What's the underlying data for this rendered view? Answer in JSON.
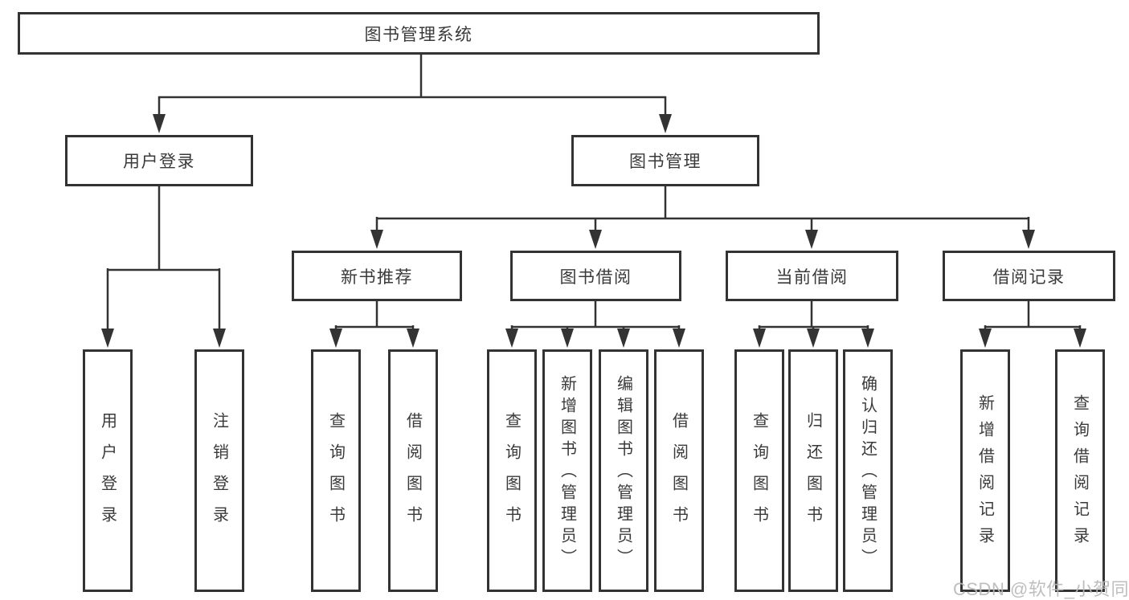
{
  "boxes": {
    "root": "图书管理系统",
    "user_login": "用户登录",
    "book_mgmt": "图书管理",
    "new_books": "新书推荐",
    "book_borrow": "图书借阅",
    "current_borrow": "当前借阅",
    "borrow_records": "借阅记录",
    "leaf_user_login": "用户登录",
    "leaf_logout": "注销登录",
    "leaf_nb_query": "查询图书",
    "leaf_nb_borrow": "借阅图书",
    "leaf_bb_query": "查询图书",
    "leaf_bb_add": "新增图书（管理员）",
    "leaf_bb_edit": "编辑图书（管理员）",
    "leaf_bb_borrow": "借阅图书",
    "leaf_cb_query": "查询图书",
    "leaf_cb_return": "归还图书",
    "leaf_cb_confirm": "确认归还（管理员）",
    "leaf_br_add": "新增借阅记录",
    "leaf_br_query": "查询借阅记录"
  },
  "watermark": "CSDN @软件_小贺同学",
  "colors": {
    "line": "#333333",
    "text": "#3a3a3a",
    "background": "#ffffff",
    "watermark": "#b9b9b9"
  }
}
